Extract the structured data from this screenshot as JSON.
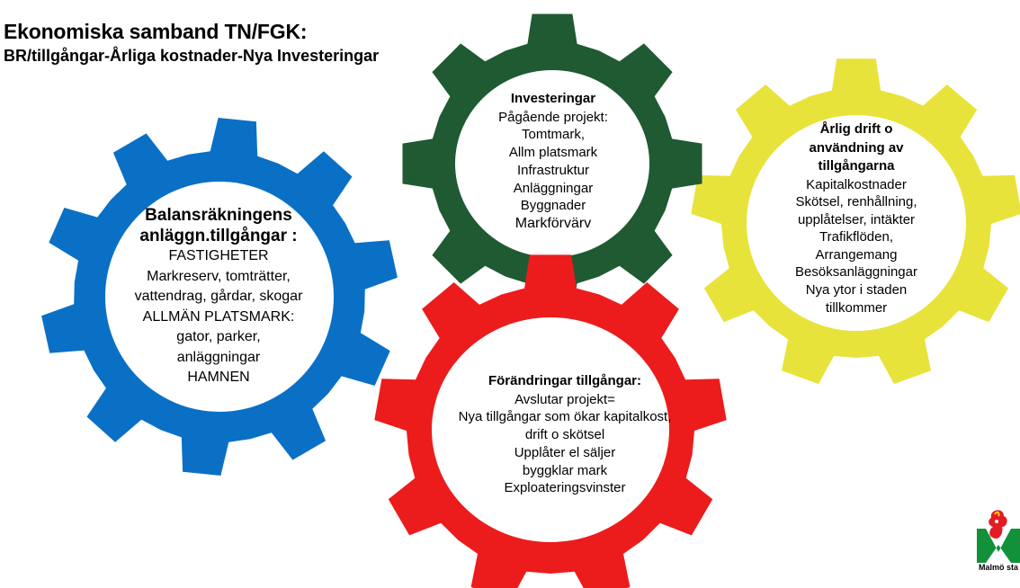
{
  "title": "Ekonomiska samband TN/FGK:",
  "subtitle": "BR/tillgångar-Årliga kostnader-Nya Investeringar",
  "colors": {
    "blue": "#0a70c6",
    "green": "#1f5a32",
    "yellow": "#e7e33b",
    "red": "#ec1c1c"
  },
  "gears": {
    "balans": {
      "heading": [
        "Balansräkningens",
        "anläggn.tillgångar  :"
      ],
      "lines": [
        "FASTIGHETER",
        "Markreserv,  tomträtter,",
        "vattendrag, gårdar, skogar",
        "ALLMÄN PLATSMARK:",
        "gator, parker,",
        "anläggningar",
        "HAMNEN"
      ]
    },
    "invest": {
      "heading": [
        "Investeringar"
      ],
      "lines": [
        "Pågående projekt:",
        "Tomtmark,",
        "Allm platsmark",
        "Infrastruktur",
        "Anläggningar",
        "Byggnader",
        "Markförvärv"
      ]
    },
    "drift": {
      "heading": [
        "Årlig drift o",
        "användning av",
        "tillgångarna"
      ],
      "lines": [
        "Kapitalkostnader",
        "Skötsel, renhållning,",
        "upplåtelser, intäkter",
        "Trafikflöden,",
        "Arrangemang",
        "Besöksanläggningar",
        "Nya ytor i staden",
        "tillkommer"
      ]
    },
    "andr": {
      "heading": [
        "Förändringar tillgångar:"
      ],
      "lines": [
        "Avslutar projekt=",
        "Nya tillgångar som ökar kapitalkost,",
        "drift o skötsel",
        "Upplåter el säljer",
        "byggklar mark",
        "Exploateringsvinster"
      ]
    }
  },
  "logo": {
    "text": "Malmö sta",
    "icon": "malmo-griffin-logo-icon"
  }
}
